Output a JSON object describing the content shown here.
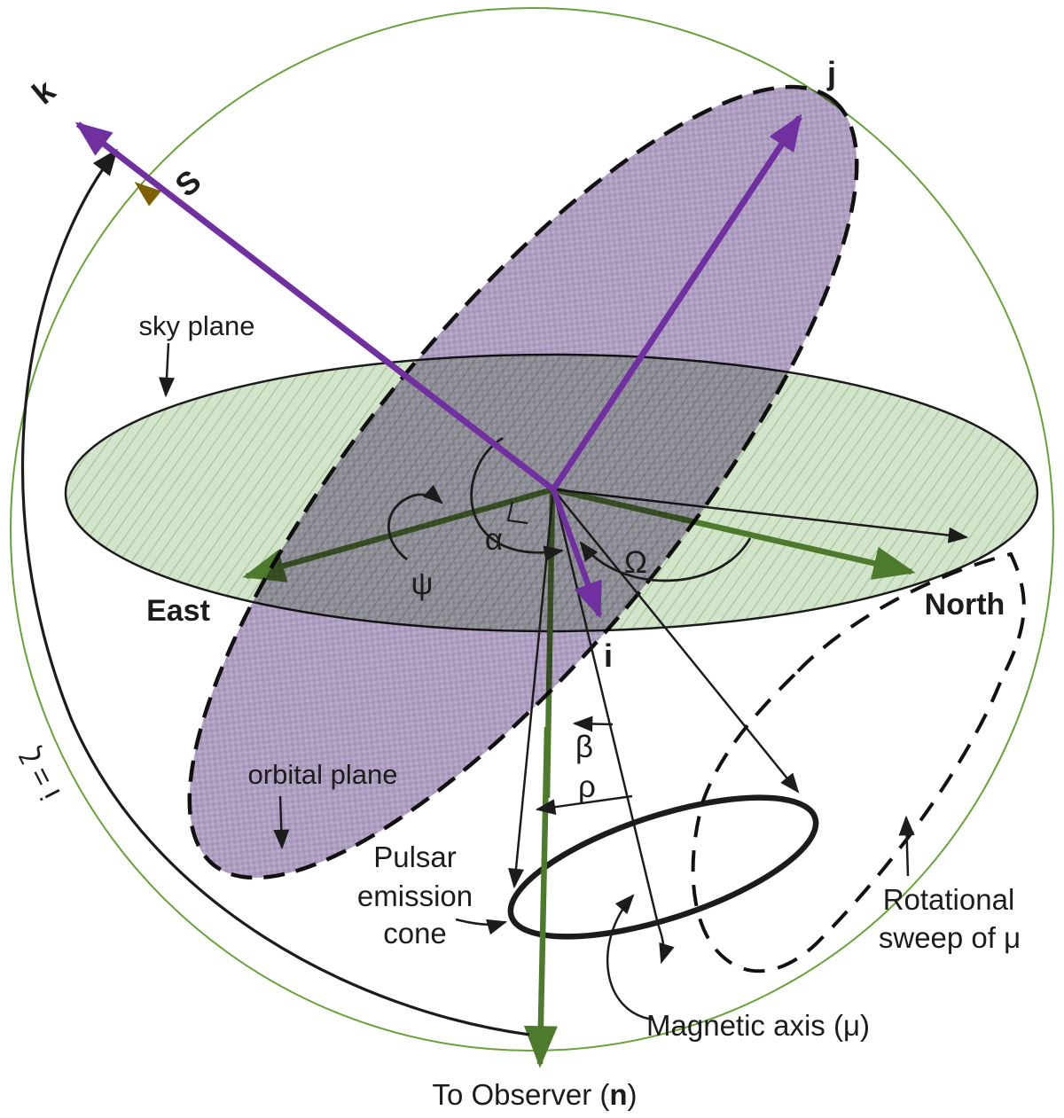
{
  "figure": {
    "type": "pulsar-orbit-geometry-diagram",
    "labels": {
      "axes": {
        "k": "k",
        "spin": "S",
        "j": "j",
        "i": "i"
      },
      "angles": {
        "alpha": "α",
        "psi": "ψ",
        "omega": "Ω",
        "beta": "β",
        "rho": "ρ",
        "inclination": "i = ζ"
      },
      "planes": {
        "sky": "sky plane",
        "orbital": "orbital plane"
      },
      "directions": {
        "east": "East",
        "north": "North"
      },
      "observer": {
        "prefix": "To Observer (",
        "n": "n",
        "suffix": ")"
      },
      "emission_cone": [
        "Pulsar",
        "emission",
        "cone"
      ],
      "rotational_sweep": [
        "Rotational",
        "sweep of μ"
      ],
      "magnetic_axis": "Magnetic axis (μ)"
    },
    "colors": {
      "purple": "#7030a0",
      "green_arrow": "#4e7a2d",
      "sphere_outline": "#66a23a",
      "sky_fill": "#d2e5ca",
      "sky_hatch": "#a9c69c",
      "orbital_fill": "#b7a8c7",
      "orbital_check": "#a595ba",
      "ink": "#1c1c1c",
      "spin_marker": "#7f6000"
    }
  }
}
